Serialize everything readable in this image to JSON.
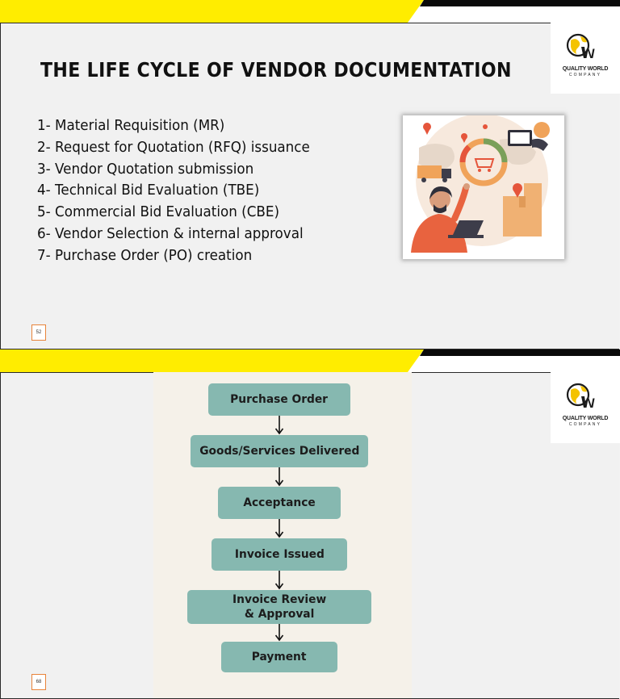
{
  "slide1": {
    "title": "THE LIFE CYCLE OF VENDOR DOCUMENTATION",
    "steps": [
      "1- Material Requisition (MR)",
      "2- Request for Quotation (RFQ) issuance",
      "3- Vendor Quotation submission",
      "4- Technical Bid Evaluation (TBE)",
      "5- Commercial Bid Evaluation (CBE)",
      "6- Vendor Selection & internal approval",
      "7- Purchase Order (PO) creation"
    ],
    "page_number": "52"
  },
  "slide2": {
    "flow": [
      "Purchase Order",
      "Goods/Services Delivered",
      "Acceptance",
      "Invoice Issued",
      "Invoice Review\n& Approval",
      "Payment"
    ],
    "page_number": "68"
  },
  "logo": {
    "line1": "QUALITY WORLD",
    "line2": "COMPANY"
  },
  "colors": {
    "accent_yellow": "#ffed00",
    "bar_black": "#0a0a0a",
    "flow_box": "#86b8b0",
    "page_border": "#e8833a"
  }
}
